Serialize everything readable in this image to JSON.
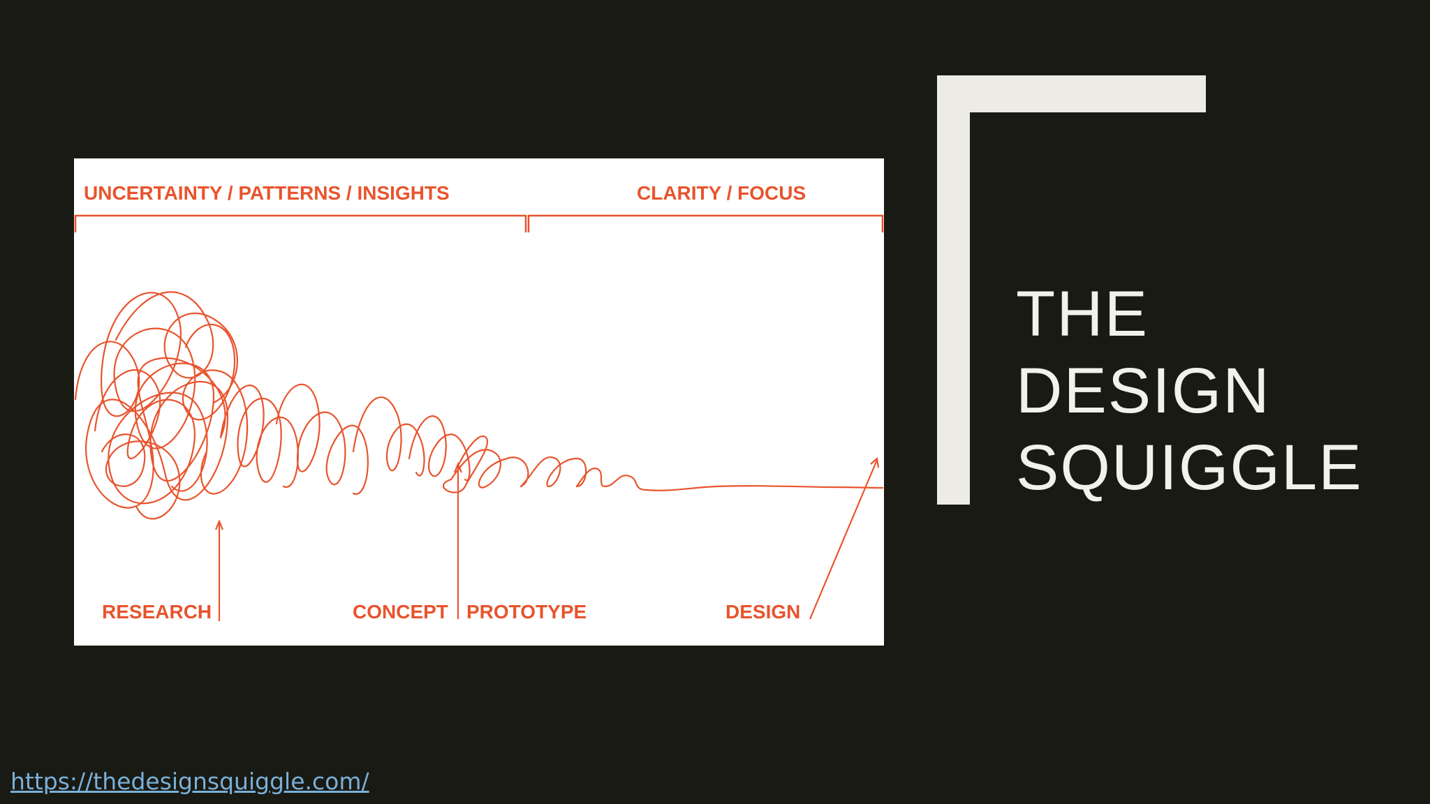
{
  "slide": {
    "title_lines": [
      "THE",
      "DESIGN",
      "SQUIGGLE"
    ],
    "link_text": "https://thedesignsquiggle.com/"
  },
  "diagram": {
    "phase_left": "UNCERTAINTY / PATTERNS / INSIGHTS",
    "phase_right": "CLARITY / FOCUS",
    "stages": [
      "RESEARCH",
      "CONCEPT",
      "PROTOTYPE",
      "DESIGN"
    ]
  },
  "colors": {
    "background": "#191a14",
    "accent_bracket": "#ecebe5",
    "title": "#f2f1ec",
    "diagram_stroke": "#e8542d",
    "link": "#7ab0d8"
  }
}
